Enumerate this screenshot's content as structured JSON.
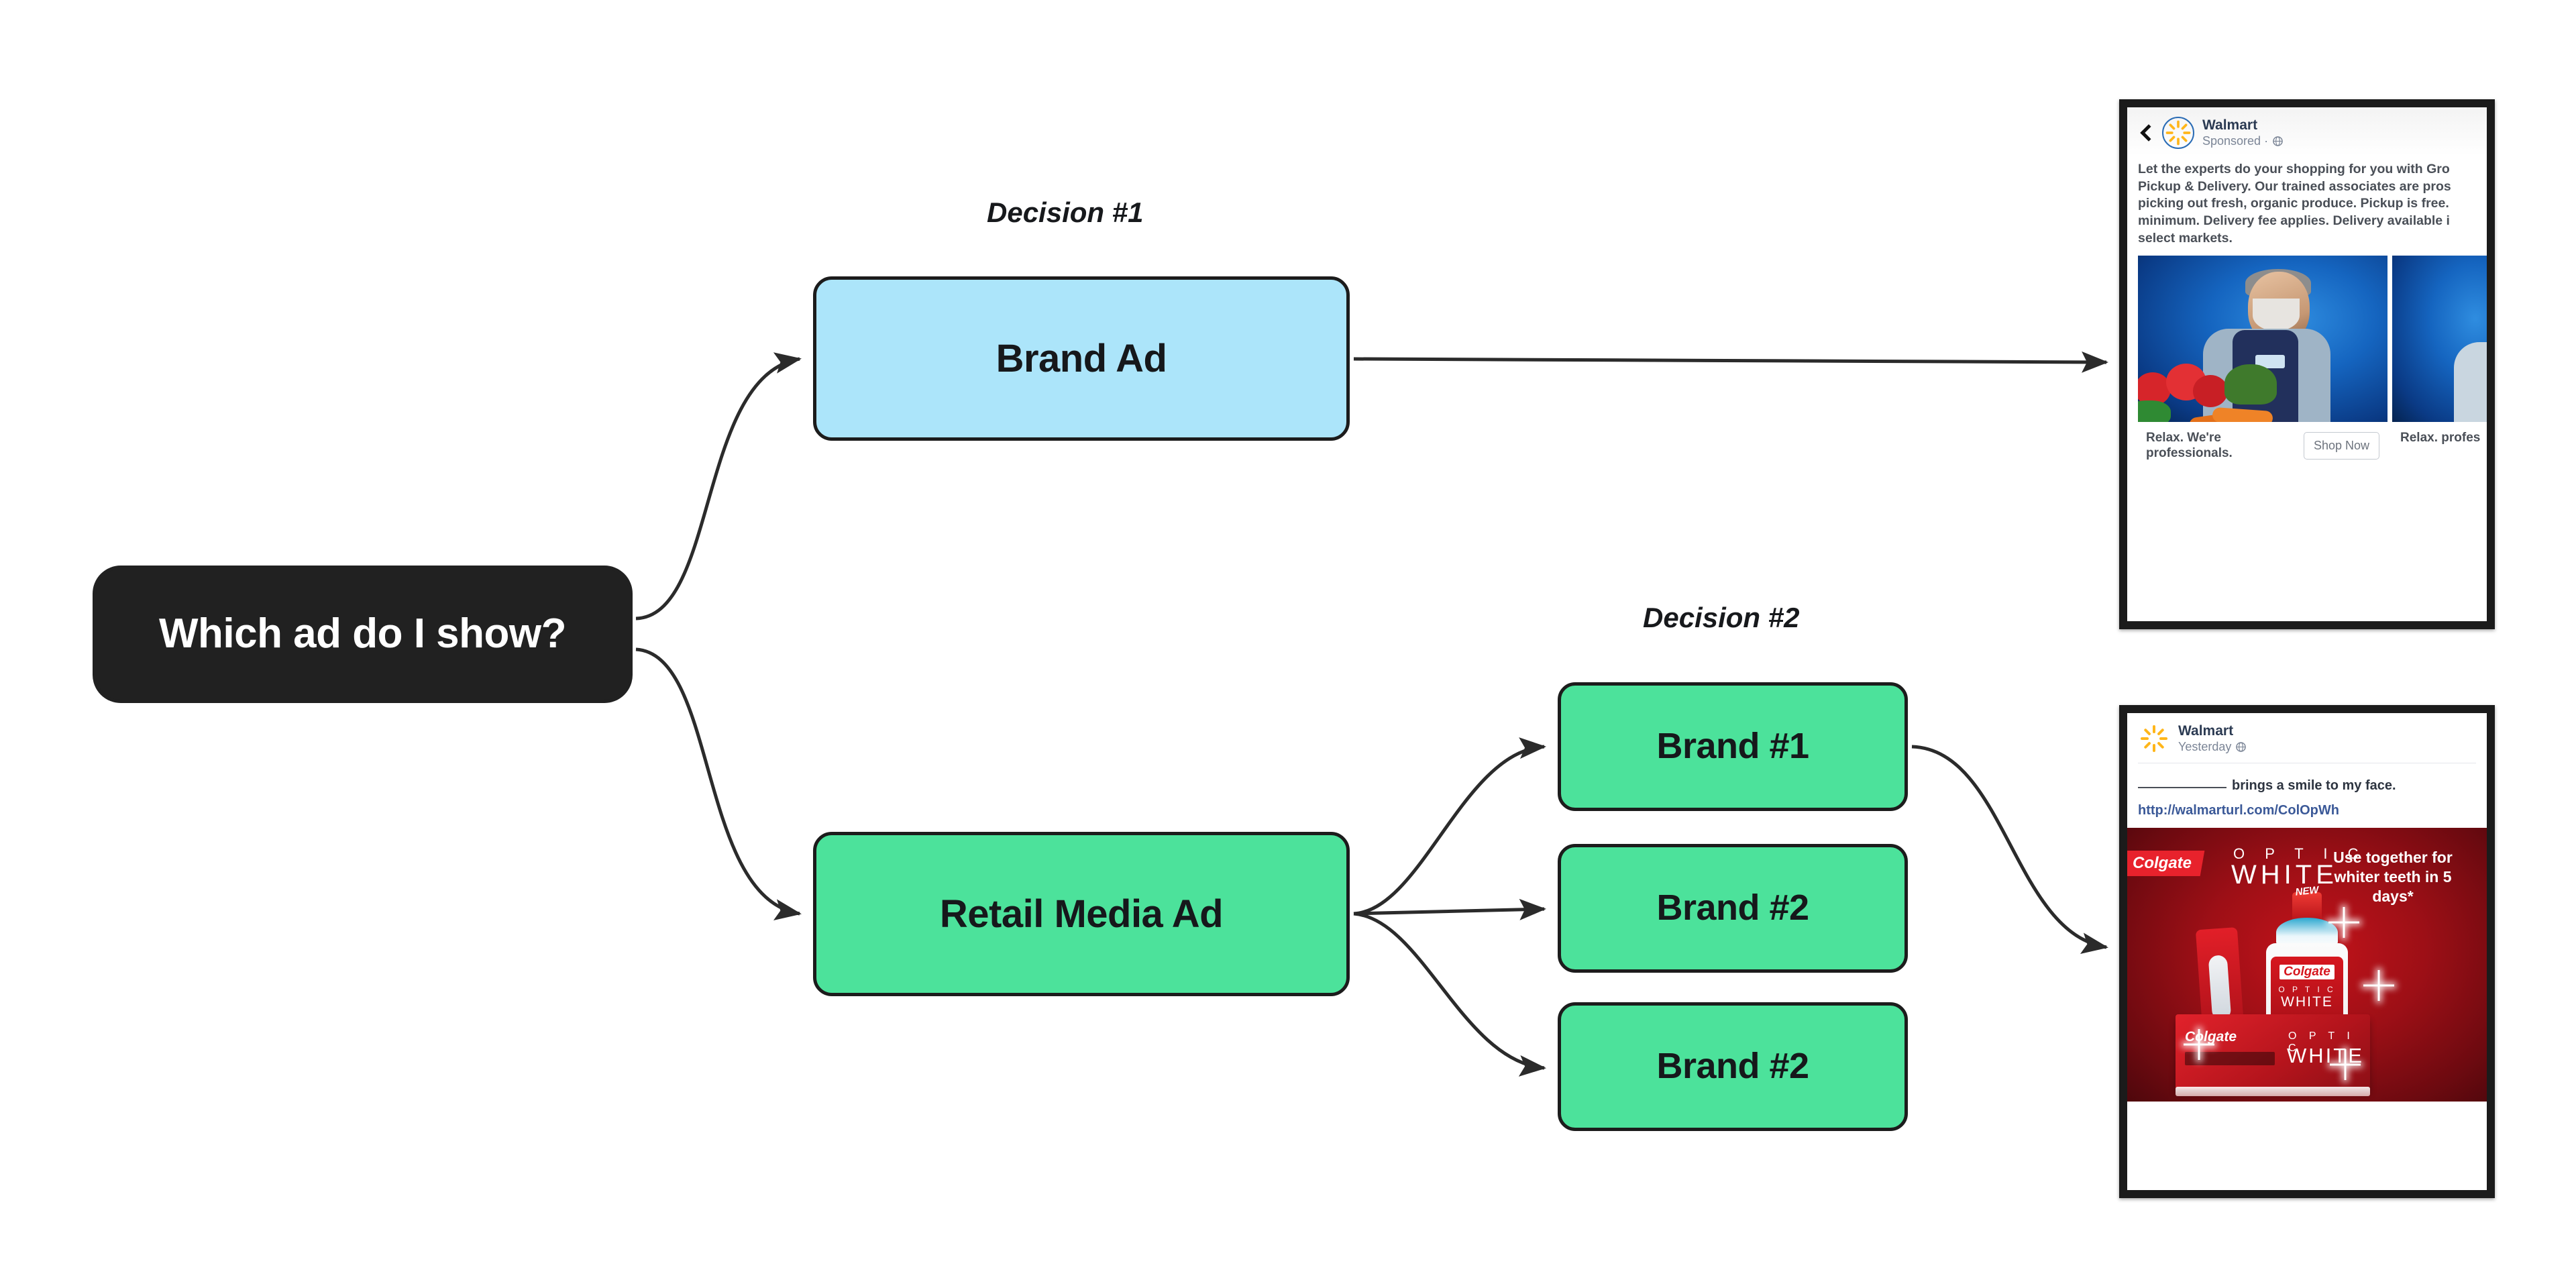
{
  "diagram": {
    "root": {
      "label": "Which ad do I show?",
      "color": "#212121",
      "text_color": "#ffffff"
    },
    "captions": [
      {
        "name": "decision-1",
        "label": "Decision #1"
      },
      {
        "name": "decision-2",
        "label": "Decision #2"
      }
    ],
    "nodes": [
      {
        "name": "brand-ad",
        "label": "Brand Ad",
        "color": "#ACE5FA"
      },
      {
        "name": "retail-media-ad",
        "label": "Retail Media Ad",
        "color": "#4CE29B"
      },
      {
        "name": "brand-1",
        "label": "Brand #1",
        "color": "#4CE29B"
      },
      {
        "name": "brand-2a",
        "label": "Brand #2",
        "color": "#4CE29B"
      },
      {
        "name": "brand-2b",
        "label": "Brand #2",
        "color": "#4CE29B"
      }
    ],
    "edge_color": "#2b2b2b"
  },
  "ad_walmart_carousel": {
    "page_name": "Walmart",
    "meta": "Sponsored ·",
    "body": "Let the experts do your shopping for you with Gro Pickup & Delivery. Our trained associates are pros picking out fresh, organic produce. Pickup is free. minimum. Delivery fee applies. Delivery available i select markets.",
    "cards": [
      {
        "headline": "Relax. We're professionals.",
        "cta": "Shop Now"
      },
      {
        "headline": "Relax. profes"
      }
    ]
  },
  "ad_colgate": {
    "page_name": "Walmart",
    "meta": "Yesterday",
    "status_text": "brings a smile to my face.",
    "link": "http://walmarturl.com/ColOpWh",
    "brand": "Colgate",
    "product_line_1": "O P T I C",
    "product_line_2": "WHITE",
    "claim": "Use together for whiter teeth in 5 days*",
    "new_badge": "NEW",
    "box_brand": "Colgate",
    "box_line_1": "O P T I C",
    "box_line_2": "WHITE",
    "bottle_brand": "Colgate",
    "bottle_line_1": "O P T I C",
    "bottle_line_2": "WHITE"
  }
}
